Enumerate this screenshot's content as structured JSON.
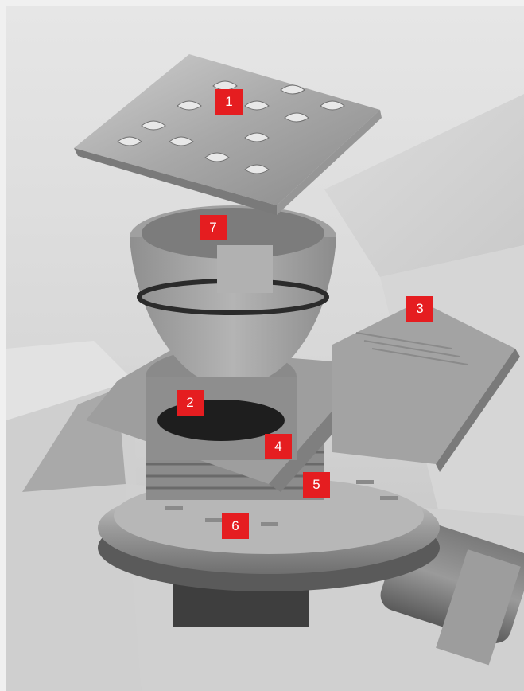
{
  "callouts": [
    {
      "id": "1",
      "label": "1"
    },
    {
      "id": "2",
      "label": "2"
    },
    {
      "id": "3",
      "label": "3"
    },
    {
      "id": "4",
      "label": "4"
    },
    {
      "id": "5",
      "label": "5"
    },
    {
      "id": "6",
      "label": "6"
    },
    {
      "id": "7",
      "label": "7"
    }
  ],
  "colors": {
    "marker": "#e51d20",
    "frame": "#f0f0f0"
  }
}
